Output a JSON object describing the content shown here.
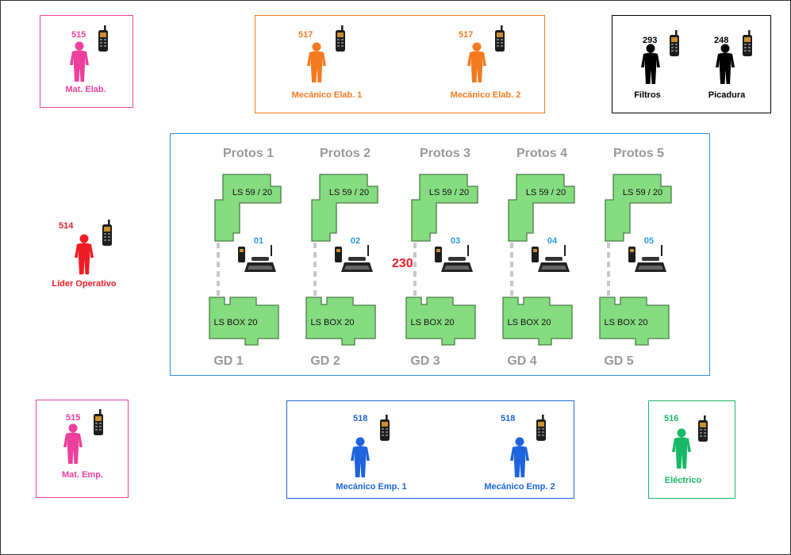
{
  "colors": {
    "pink": "#ee3f9d",
    "orange": "#f47a20",
    "red": "#ee1c24",
    "blue": "#1e64dc",
    "green": "#18b866",
    "black": "#000000",
    "gray": "#999999",
    "machine_fill": "#86dc80",
    "machine_stroke": "#4a7d45",
    "link_gray": "#c8c8c8",
    "phone_num": "#2b9be8"
  },
  "top": {
    "mat_elab": {
      "ext": "515",
      "label": "Mat. Elab."
    },
    "mecanico_elab_1": {
      "ext": "517",
      "label": "Mecánico Elab. 1"
    },
    "mecanico_elab_2": {
      "ext": "517",
      "label": "Mecánico Elab. 2"
    },
    "filtros": {
      "ext": "293",
      "label": "Filtros"
    },
    "picadura": {
      "ext": "248",
      "label": "Picadura"
    }
  },
  "left": {
    "lider": {
      "ext": "514",
      "label": "Líder Operativo"
    }
  },
  "middle": {
    "center_ext": "230",
    "lines": [
      {
        "protos": "Protos 1",
        "maker": "LS 59 / 20",
        "phone": "01",
        "box": "LS BOX 20",
        "gd": "GD 1"
      },
      {
        "protos": "Protos 2",
        "maker": "LS 59 / 20",
        "phone": "02",
        "box": "LS BOX 20",
        "gd": "GD 2"
      },
      {
        "protos": "Protos 3",
        "maker": "LS 59 / 20",
        "phone": "03",
        "box": "LS BOX 20",
        "gd": "GD 3"
      },
      {
        "protos": "Protos 4",
        "maker": "LS 59 / 20",
        "phone": "04",
        "box": "LS BOX 20",
        "gd": "GD 4"
      },
      {
        "protos": "Protos 5",
        "maker": "LS 59 / 20",
        "phone": "05",
        "box": "LS BOX 20",
        "gd": "GD 5"
      }
    ]
  },
  "bottom": {
    "mat_emp": {
      "ext": "515",
      "label": "Mat. Emp."
    },
    "mecanico_emp_1": {
      "ext": "518",
      "label": "Mecánico Emp. 1"
    },
    "mecanico_emp_2": {
      "ext": "518",
      "label": "Mecánico Emp. 2"
    },
    "electrico": {
      "ext": "516",
      "label": "Eléctrico"
    }
  }
}
